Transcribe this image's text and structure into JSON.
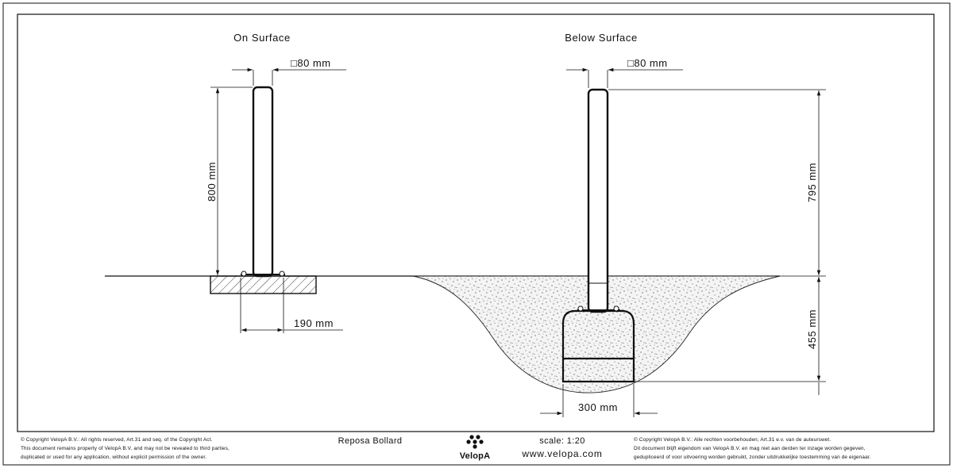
{
  "drawing": {
    "left_title": "On Surface",
    "right_title": "Below Surface",
    "dimensions": {
      "left_post_width": "□80 mm",
      "left_height": "800 mm",
      "left_base_width": "190 mm",
      "right_post_width": "□80 mm",
      "right_height_above": "795 mm",
      "right_depth_below": "455 mm",
      "right_foundation_width": "300 mm"
    }
  },
  "title_block": {
    "copyright_en_1": "© Copyright VelopA B.V.: All rights reserved, Art.31 and seq. of the Copyright Act.",
    "copyright_en_2": "This document remains property of VelopA B.V. and may not be revealed to third parties,",
    "copyright_en_3": "duplicated or used for any application, without explicit permission of the owner.",
    "product_name": "Reposa Bollard",
    "brand_name": "VelopA",
    "scale": "scale: 1:20",
    "website": "www.velopa.com",
    "copyright_nl_1": "© Copyright VelopA B.V.: Alle rechten voorbehouden, Art.31 e.v. van de auteurswet.",
    "copyright_nl_2": "Dit document blijft eigendom van VelopA B.V. en mag niet aan derden ter inzage worden gegeven,",
    "copyright_nl_3": "gedupliceerd of voor uitvoering worden gebruikt, zonder uitdrukkelijke toestemming van de eigenaar."
  },
  "colors": {
    "line": "#111111",
    "paper": "#ffffff",
    "soil": "#f2f2f2"
  }
}
